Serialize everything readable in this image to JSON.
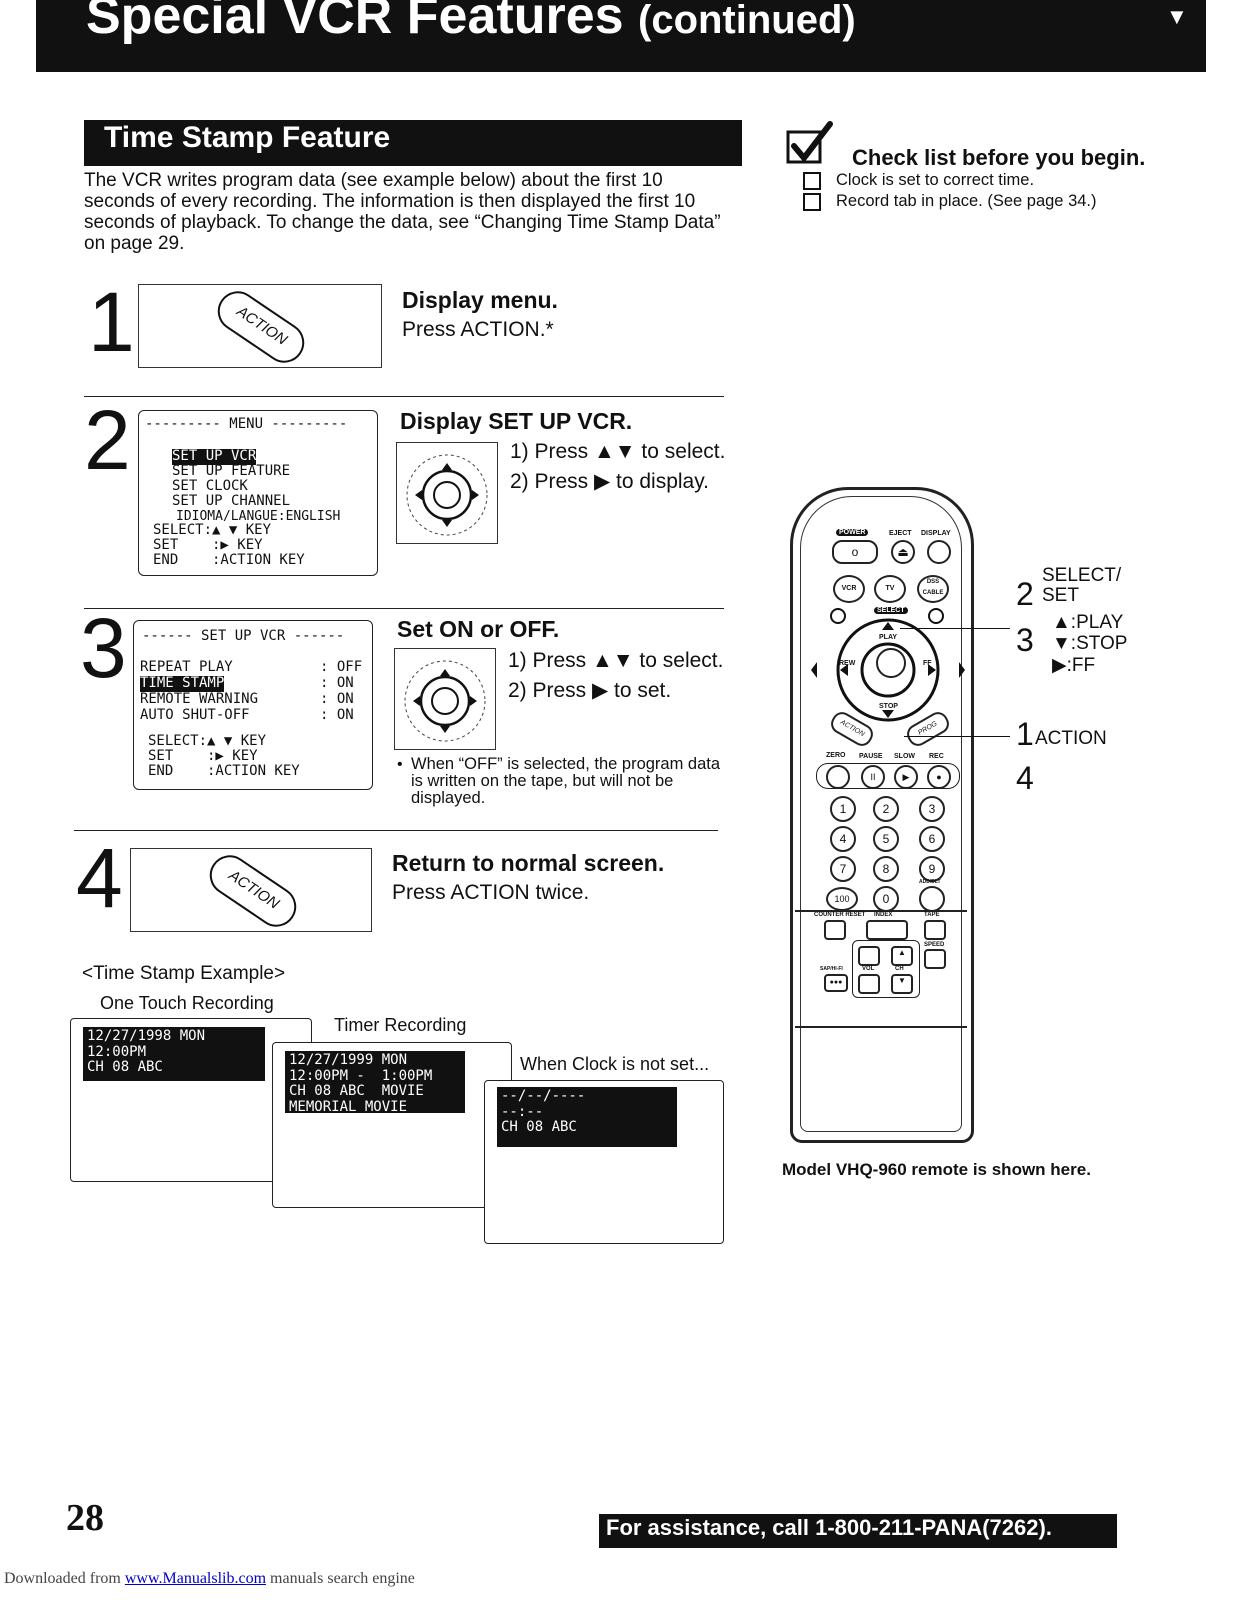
{
  "header": {
    "title": "Special VCR Features",
    "title_suffix": "(continued)"
  },
  "section": {
    "title": "Time Stamp Feature",
    "intro": "The VCR writes program data (see example below) about the first 10 seconds of every recording. The information is then displayed the first 10 seconds of playback. To change the data, see “Changing Time Stamp Data” on page 29."
  },
  "checklist": {
    "title": "Check list before you begin.",
    "items": [
      "Clock is set to correct time.",
      "Record tab in place. (See page 34.)"
    ]
  },
  "steps": [
    {
      "num": "1",
      "heading": "Display menu.",
      "lines": [
        "Press ACTION.*"
      ],
      "button_label": "ACTION"
    },
    {
      "num": "2",
      "heading": "Display SET UP VCR.",
      "lines": [
        "1) Press ▲▼ to select.",
        "2) Press ▶ to display."
      ]
    },
    {
      "num": "3",
      "heading": "Set ON or OFF.",
      "lines": [
        "1) Press ▲▼ to select.",
        "2) Press ▶ to set."
      ],
      "note": "When “OFF” is selected, the program data is written on the tape, but will not be displayed."
    },
    {
      "num": "4",
      "heading": "Return to normal screen.",
      "lines": [
        "Press ACTION twice."
      ],
      "button_label": "ACTION"
    }
  ],
  "menu_screen": {
    "title": "--------- MENU ---------",
    "items": [
      "SET UP VCR",
      "SET UP FEATURE",
      "SET CLOCK",
      "SET UP CHANNEL",
      "IDIOMA/LANGUE:ENGLISH"
    ],
    "keys": [
      "SELECT:▲ ▼ KEY",
      "SET    :▶ KEY",
      "END    :ACTION KEY"
    ]
  },
  "setup_screen": {
    "title": "------ SET UP VCR ------",
    "rows": [
      {
        "label": "REPEAT PLAY",
        "value": ": OFF"
      },
      {
        "label": "TIME STAMP",
        "value": ": ON"
      },
      {
        "label": "REMOTE WARNING",
        "value": ": ON"
      },
      {
        "label": "AUTO SHUT-OFF",
        "value": ": ON"
      }
    ],
    "keys": [
      "SELECT:▲ ▼ KEY",
      "SET    :▶ KEY",
      "END    :ACTION KEY"
    ]
  },
  "example": {
    "title": "<Time Stamp Example>",
    "screens": [
      {
        "label": "One Touch Recording",
        "lines": [
          "12/27/1998 MON",
          "12:00PM",
          "CH 08 ABC"
        ]
      },
      {
        "label": "Timer Recording",
        "lines": [
          "12/27/1999 MON",
          "12:00PM -  1:00PM",
          "CH 08 ABC  MOVIE",
          "MEMORIAL MOVIE"
        ]
      },
      {
        "label": "When Clock is not set...",
        "lines": [
          "--/--/----",
          "--:--",
          "CH 08 ABC"
        ]
      }
    ]
  },
  "remote": {
    "caption": "Model VHQ-960 remote is shown here.",
    "callout_select": {
      "nums": "2",
      "text": "SELECT/\nSET"
    },
    "callout_play": {
      "num": "3",
      "lines": [
        "▲:PLAY",
        "▼:STOP",
        "▶:FF"
      ]
    },
    "callout_action": {
      "num": "1",
      "text": "ACTION",
      "num2": "4"
    },
    "labels": {
      "power": "POWER",
      "eject": "EJECT",
      "display": "DISPLAY",
      "vcr": "VCR",
      "tv": "TV",
      "dss": "DSS CABLE",
      "select": "SELECT",
      "play": "PLAY",
      "rew": "REW",
      "ff": "FF",
      "stop": "STOP",
      "action": "ACTION",
      "prog": "PROG",
      "zero": "ZERO",
      "pause": "PAUSE",
      "slow": "SLOW",
      "rec": "REC",
      "counter": "COUNTER RESET",
      "index": "INDEX",
      "tape": "TAPE",
      "speed": "SPEED",
      "sap": "SAP/HI-FI",
      "vol": "VOL",
      "ch": "CH",
      "addelt": "ADD/DLT",
      "num_keys": [
        "1",
        "2",
        "3",
        "4",
        "5",
        "6",
        "7",
        "8",
        "9",
        "100",
        "0"
      ]
    }
  },
  "footer": {
    "page": "28",
    "assistance": "For assistance, call 1-800-211-PANA(7262).",
    "source_prefix": "Downloaded from ",
    "source_link": "www.Manualslib.com",
    "source_suffix": " manuals search engine"
  }
}
